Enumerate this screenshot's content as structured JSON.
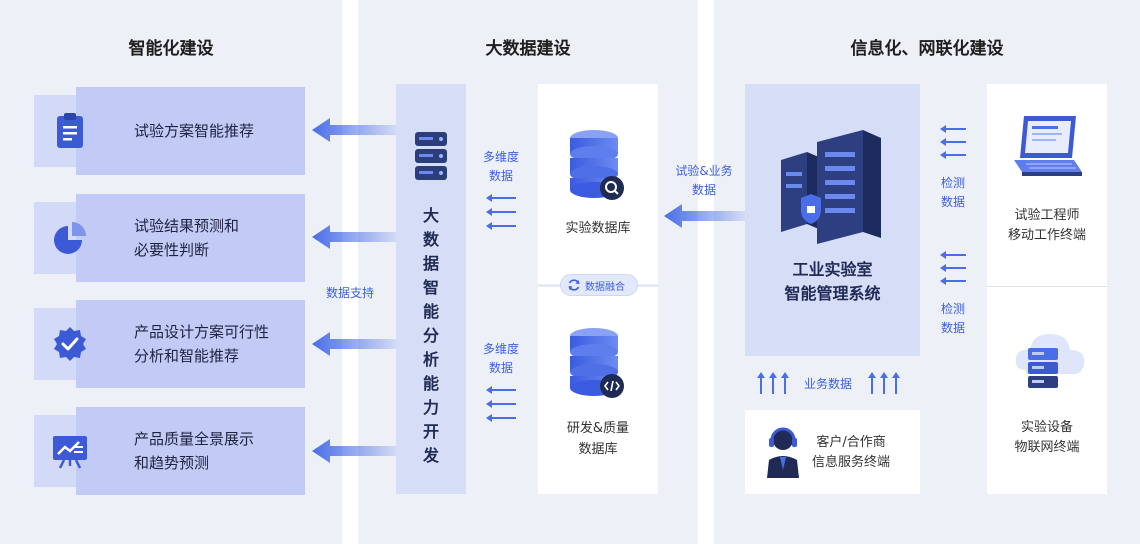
{
  "columns": {
    "left": {
      "title": "智能化建设"
    },
    "middle": {
      "title": "大数据建设"
    },
    "right": {
      "title": "信息化、网联化建设"
    }
  },
  "features": [
    {
      "lines": [
        "试验方案智能推荐"
      ],
      "icon": "clipboard-icon"
    },
    {
      "lines": [
        "试验结果预测和",
        "必要性判断"
      ],
      "icon": "pie-chart-icon"
    },
    {
      "lines": [
        "产品设计方案可行性",
        "分析和智能推荐"
      ],
      "icon": "check-badge-icon"
    },
    {
      "lines": [
        "产品质量全景展示",
        "和趋势预测"
      ],
      "icon": "presentation-chart-icon"
    }
  ],
  "labels": {
    "data_support": "数据支持",
    "multi_dim_1": [
      "多维度",
      "数据"
    ],
    "multi_dim_2": [
      "多维度",
      "数据"
    ],
    "test_business": [
      "试验&业务",
      "数据"
    ],
    "detect_1": [
      "检测",
      "数据"
    ],
    "detect_2": [
      "检测",
      "数据"
    ],
    "business_data": "业务数据"
  },
  "bigdata_panel": {
    "chars": [
      "大",
      "数",
      "据",
      "智",
      "能",
      "分",
      "析",
      "能",
      "力",
      "开",
      "发"
    ]
  },
  "databases": {
    "test_db": {
      "lines": [
        "实验数据库"
      ]
    },
    "rd_db": {
      "lines": [
        "研发&质量",
        "数据库"
      ]
    },
    "fusion": "数据融合"
  },
  "lab_system": {
    "lines": [
      "工业实验室",
      "智能管理系统"
    ]
  },
  "client": {
    "lines": [
      "客户/合作商",
      "信息服务终端"
    ]
  },
  "terminals": {
    "engineer": {
      "lines": [
        "试验工程师",
        "移动工作终端"
      ]
    },
    "device": {
      "lines": [
        "实验设备",
        "物联网终端"
      ]
    }
  },
  "colors": {
    "accent": "#3b5fe0",
    "panel": "#c2cbf6",
    "background": "#edf0f6"
  }
}
